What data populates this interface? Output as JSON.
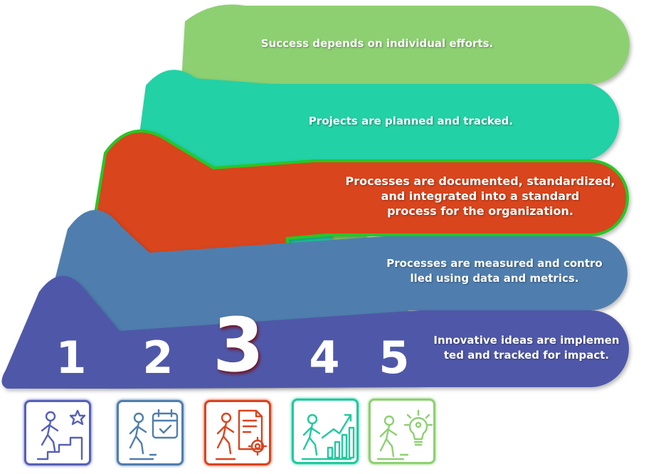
{
  "levels": [
    {
      "number": "1",
      "text": "Innovative ideas are implemen\nted and tracked for impact.",
      "color": "#5058A8"
    },
    {
      "number": "2",
      "text": "Processes are measured and contro\nlled using data and metrics.",
      "color": "#4F7EAE"
    },
    {
      "number": "3",
      "text": "Processes are documented, standardized,\nand integrated into a standard\nprocess for the organization.",
      "color": "#D9441F"
    },
    {
      "number": "4",
      "text": "Projects are planned and tracked.",
      "color": "#21D1A5"
    },
    {
      "number": "5",
      "text": "Success depends on individual efforts.",
      "color": "#8DD072"
    }
  ],
  "highlight_color": "#27C727",
  "icons": [
    {
      "name": "climbing-stairs-star-icon",
      "color": "#5660B8"
    },
    {
      "name": "walking-calendar-icon",
      "color": "#4F7EAE"
    },
    {
      "name": "walking-document-gear-icon",
      "color": "#D9441F"
    },
    {
      "name": "walking-growth-chart-icon",
      "color": "#21C99E"
    },
    {
      "name": "walking-lightbulb-icon",
      "color": "#8DD072"
    }
  ]
}
